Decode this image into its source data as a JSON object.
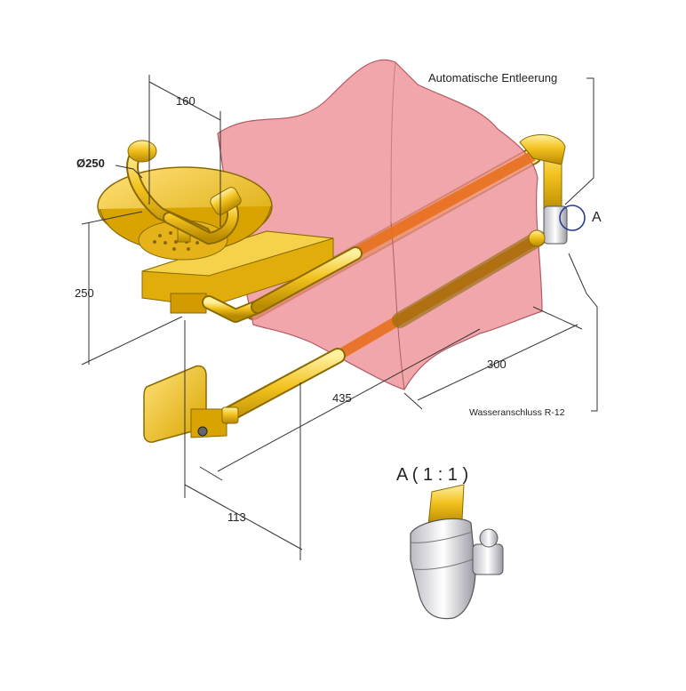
{
  "dimensions": {
    "d160": "160",
    "d250_dia": "Ø250",
    "d250": "250",
    "d300": "300",
    "d435": "435",
    "d113": "113"
  },
  "labels": {
    "auto_drain": "Automatische Entleerung",
    "water_connection": "Wasseranschluss R-12",
    "detail_marker": "A",
    "detail_title": "A ( 1 : 1 )"
  },
  "colors": {
    "brass": "#f2c21f",
    "brass_dark": "#b88a00",
    "wall": "#e98a8f",
    "pipe_through_wall": "#e8701e",
    "detail_grey": "#d9d9df",
    "outline": "#333333"
  }
}
